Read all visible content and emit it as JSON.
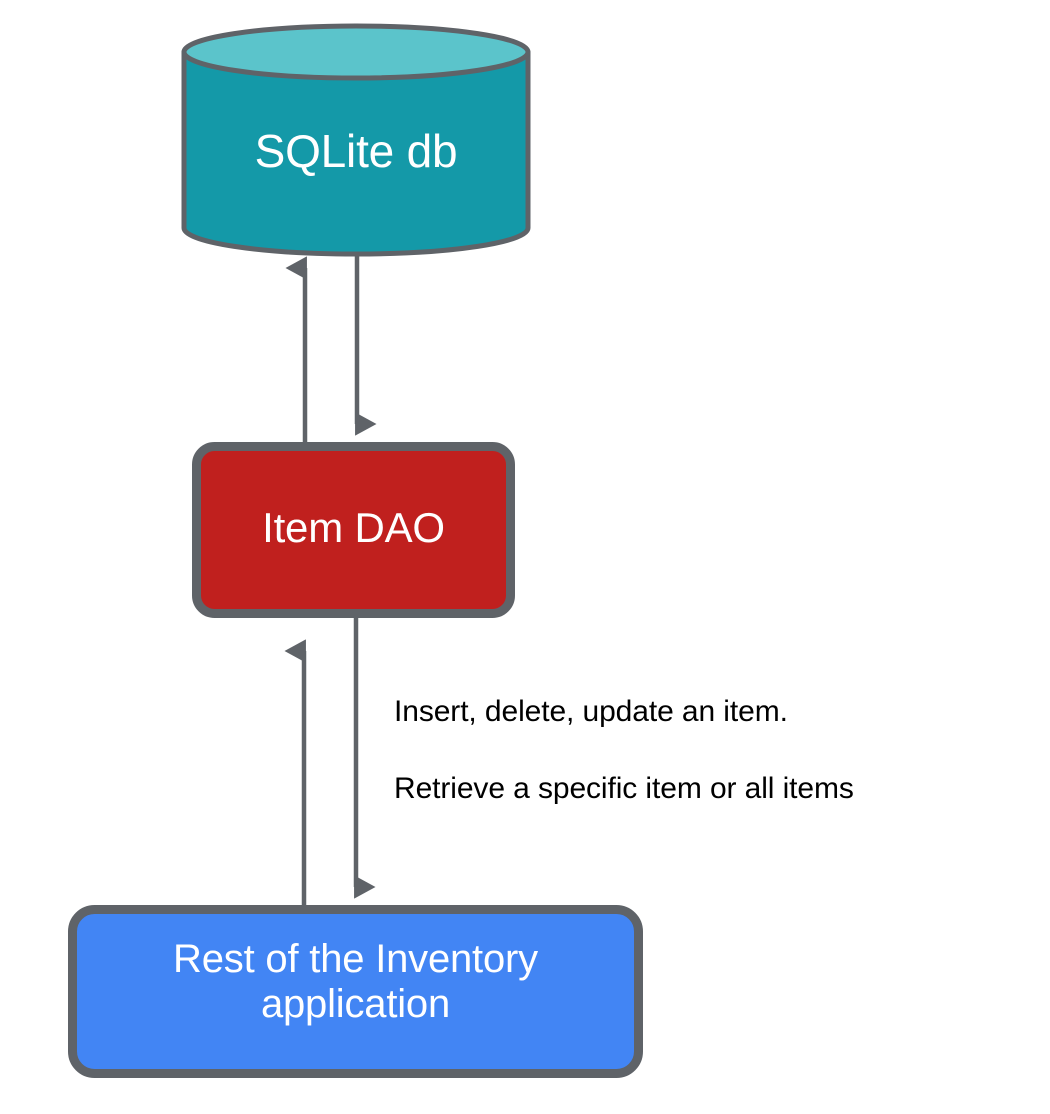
{
  "diagram": {
    "title": "SQLite db / Item DAO / Inventory application data-flow diagram",
    "background_color": "#ffffff",
    "stroke_color": "#5f6368",
    "nodes": [
      {
        "id": "sqlite-db",
        "shape": "cylinder",
        "label": "SQLite db",
        "fill_color": "#1499a8",
        "top_fill_color": "#5bc4cb",
        "text_color": "#ffffff",
        "stroke_color": "#5f6368"
      },
      {
        "id": "item-dao",
        "shape": "rounded-rectangle",
        "label": "Item DAO",
        "fill_color": "#c0201e",
        "text_color": "#ffffff",
        "stroke_color": "#5f6368"
      },
      {
        "id": "inventory-app",
        "shape": "rounded-rectangle",
        "label": "Rest of the Inventory\napplication",
        "fill_color": "#4285f4",
        "text_color": "#ffffff",
        "stroke_color": "#5f6368"
      }
    ],
    "connectors": [
      {
        "id": "dao-to-db",
        "from": "item-dao",
        "to": "sqlite-db",
        "direction": "up",
        "arrowhead": "filled-triangle"
      },
      {
        "id": "db-to-dao",
        "from": "sqlite-db",
        "to": "item-dao",
        "direction": "down",
        "arrowhead": "filled-triangle"
      },
      {
        "id": "app-to-dao",
        "from": "inventory-app",
        "to": "item-dao",
        "direction": "up",
        "arrowhead": "filled-triangle"
      },
      {
        "id": "dao-to-app",
        "from": "item-dao",
        "to": "inventory-app",
        "direction": "down",
        "arrowhead": "filled-triangle"
      }
    ],
    "annotations": {
      "line_1": "Insert, delete, update an item.",
      "line_2": "Retrieve a specific item or all items",
      "text_color": "#000000"
    }
  }
}
